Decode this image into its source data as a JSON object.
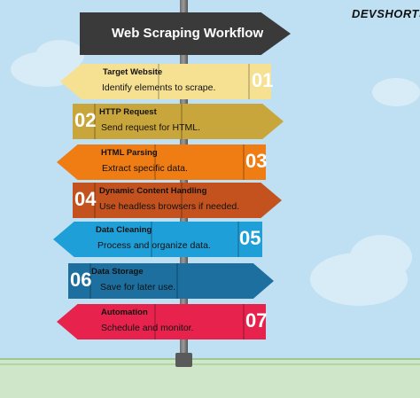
{
  "brand": "DEVSHORTS",
  "title": "Web Scraping Workflow",
  "colors": {
    "sky": "#bfe0f2",
    "title_sign": "#3a3a3a",
    "step1": "#f6e092",
    "step2": "#c9a63b",
    "step3": "#ef7d14",
    "step4": "#c4521e",
    "step5": "#1f9fd8",
    "step6": "#1c6f9e",
    "step7": "#e7234d"
  },
  "steps": [
    {
      "number": "01",
      "title": "Target Website",
      "description": "Identify elements to scrape.",
      "color": "#f6e092"
    },
    {
      "number": "02",
      "title": "HTTP Request",
      "description": "Send request for HTML.",
      "color": "#c9a63b"
    },
    {
      "number": "03",
      "title": "HTML Parsing",
      "description": "Extract specific data.",
      "color": "#ef7d14"
    },
    {
      "number": "04",
      "title": "Dynamic Content Handling",
      "description": "Use headless browsers if needed.",
      "color": "#c4521e"
    },
    {
      "number": "05",
      "title": "Data Cleaning",
      "description": "Process and organize data.",
      "color": "#1f9fd8"
    },
    {
      "number": "06",
      "title": "Data Storage",
      "description": "Save for later use.",
      "color": "#1c6f9e"
    },
    {
      "number": "07",
      "title": "Automation",
      "description": "Schedule and monitor.",
      "color": "#e7234d"
    }
  ]
}
